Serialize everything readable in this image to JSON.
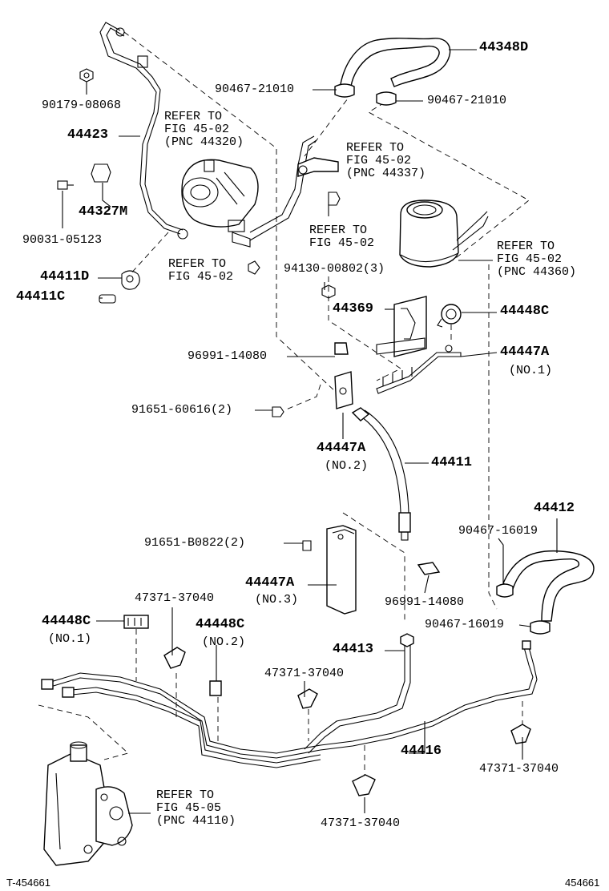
{
  "diagram": {
    "labels": {
      "l44348D": "44348D",
      "l90467_21010_a": "90467-21010",
      "l90467_21010_b": "90467-21010",
      "l90179_08068": "90179-08068",
      "l44423": "44423",
      "refer_pump": "REFER TO\nFIG 45-02\n(PNC 44320)",
      "refer_hose": "REFER TO\nFIG 45-02\n(PNC 44337)",
      "l44327M": "44327M",
      "l90031_05123": "90031-05123",
      "refer_bolt": "REFER TO\nFIG 45-02",
      "refer_res": "REFER TO\nFIG 45-02\n(PNC 44360)",
      "refer_nut": "REFER TO\nFIG 45-02",
      "l94130": "94130-00802(3)",
      "l44411D": "44411D",
      "l44411C": "44411C",
      "l44369": "44369",
      "l44448C_top": "44448C",
      "l44447A_1": "44447A",
      "no1_a": "(NO.1)",
      "l96991_14080_a": "96991-14080",
      "l91651_60616": "91651-60616(2)",
      "l44447A_2": "44447A",
      "no2_a": "(NO.2)",
      "l44411": "44411",
      "l44412": "44412",
      "l90467_16019_a": "90467-16019",
      "l91651_B0822": "91651-B0822(2)",
      "l44447A_3": "44447A",
      "no3": "(NO.3)",
      "l96991_14080_b": "96991-14080",
      "l90467_16019_b": "90467-16019",
      "l47371_a": "47371-37040",
      "l44448C_1": "44448C",
      "no1_b": "(NO.1)",
      "l44448C_2": "44448C",
      "no2_b": "(NO.2)",
      "l44413": "44413",
      "l47371_b": "47371-37040",
      "l44416": "44416",
      "l47371_c": "47371-37040",
      "refer_gear": "REFER TO\nFIG 45-05\n(PNC 44110)",
      "l47371_d": "47371-37040"
    },
    "footer": {
      "left": "T-454661",
      "right": "454661"
    }
  }
}
